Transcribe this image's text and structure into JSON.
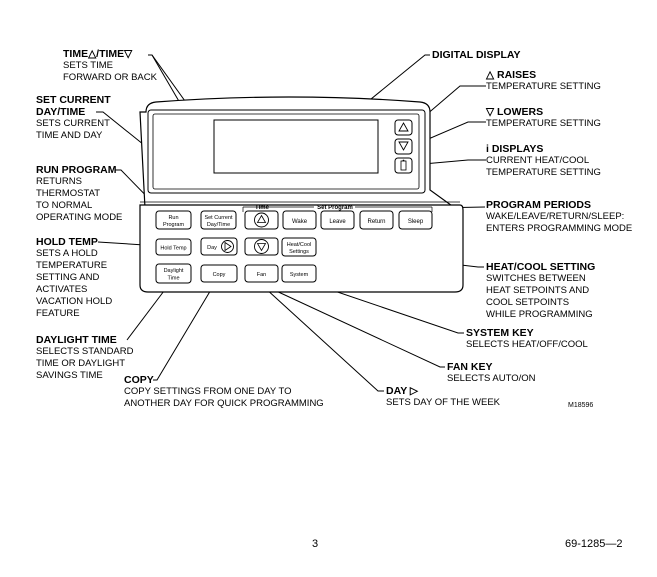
{
  "callouts": {
    "time": {
      "title": "TIME△/TIME▽",
      "desc": [
        "SETS TIME",
        "FORWARD OR BACK"
      ]
    },
    "set_day_time": {
      "title": "SET CURRENT DAY/TIME",
      "title_lines": [
        "SET CURRENT",
        "DAY/TIME"
      ],
      "desc": [
        "SETS CURRENT",
        "TIME AND DAY"
      ]
    },
    "run_program": {
      "title": "RUN PROGRAM",
      "desc": [
        "RETURNS",
        "THERMOSTAT",
        "TO NORMAL",
        "OPERATING MODE"
      ]
    },
    "hold_temp": {
      "title": "HOLD TEMP",
      "desc": [
        "SETS A HOLD",
        "TEMPERATURE",
        "SETTING AND",
        "ACTIVATES",
        "VACATION HOLD",
        "FEATURE"
      ]
    },
    "daylight_time": {
      "title": "DAYLIGHT TIME",
      "desc": [
        "SELECTS STANDARD",
        "TIME OR DAYLIGHT",
        "SAVINGS TIME"
      ]
    },
    "copy": {
      "title": "COPY",
      "desc": [
        "COPY SETTINGS FROM ONE DAY TO",
        "ANOTHER DAY FOR QUICK PROGRAMMING"
      ]
    },
    "digital_display": {
      "title": "DIGITAL DISPLAY",
      "desc": []
    },
    "raises": {
      "title": "△ RAISES",
      "desc": [
        "TEMPERATURE SETTING"
      ]
    },
    "lowers": {
      "title": "▽ LOWERS",
      "desc": [
        "TEMPERATURE SETTING"
      ]
    },
    "displays": {
      "title": "i DISPLAYS",
      "desc": [
        "CURRENT HEAT/COOL",
        "TEMPERATURE SETTING"
      ]
    },
    "program_periods": {
      "title": "PROGRAM PERIODS",
      "desc": [
        "WAKE/LEAVE/RETURN/SLEEP:",
        "ENTERS PROGRAMMING MODE"
      ]
    },
    "heat_cool": {
      "title": "HEAT/COOL SETTING",
      "desc": [
        "SWITCHES BETWEEN",
        "HEAT SETPOINTS AND",
        "COOL SETPOINTS",
        "WHILE PROGRAMMING"
      ]
    },
    "system_key": {
      "title": "SYSTEM KEY",
      "desc": [
        "SELECTS HEAT/OFF/COOL"
      ]
    },
    "fan_key": {
      "title": "FAN KEY",
      "desc": [
        "SELECTS AUTO/ON"
      ]
    },
    "day": {
      "title": "DAY ▷",
      "desc": [
        "SETS DAY OF THE WEEK"
      ]
    }
  },
  "device": {
    "group_time": "Time",
    "group_set_program": "Set Program",
    "buttons": {
      "run_program": [
        "Run",
        "Program"
      ],
      "set_current": [
        "Set Current",
        "Day/Time"
      ],
      "wake": "Wake",
      "leave": "Leave",
      "return": "Return",
      "sleep": "Sleep",
      "hold_temp": "Hold Temp",
      "day": "Day",
      "heat_cool": [
        "Heat/Cool",
        "Settings"
      ],
      "daylight": [
        "Daylight",
        "Time"
      ],
      "copy": "Copy",
      "fan": "Fan",
      "system": "System"
    }
  },
  "figure_code": "M18596",
  "footer": {
    "page": "3",
    "doc": "69-1285—2"
  }
}
